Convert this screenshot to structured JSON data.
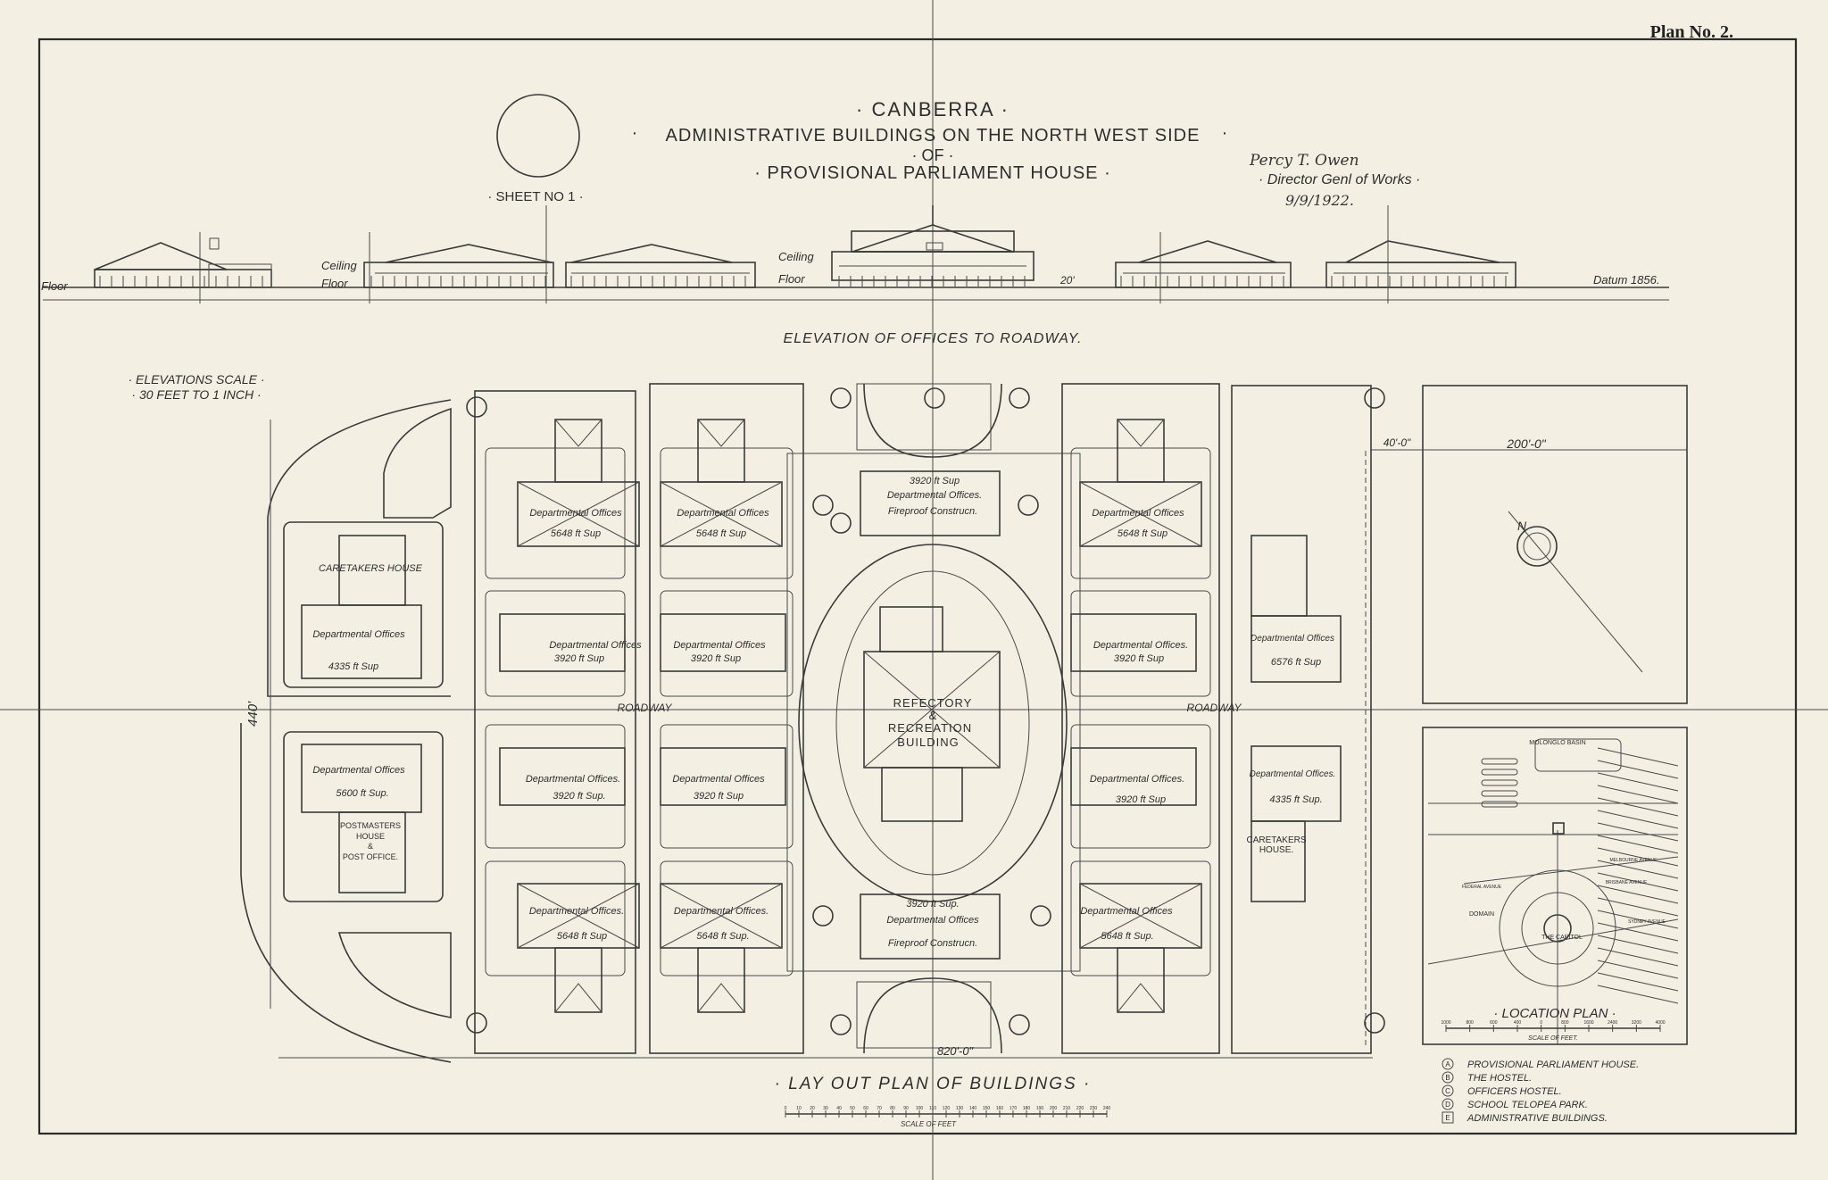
{
  "plan_no": "Plan No. 2.",
  "title": {
    "line1": "· CANBERRA ·",
    "line2": "ADMINISTRATIVE BUILDINGS ON THE NORTH WEST SIDE",
    "line3": "· OF ·",
    "line4": "· PROVISIONAL PARLIAMENT HOUSE ·",
    "sheet": "· SHEET NO 1 ·",
    "dot_left": "·",
    "dot_right": "·"
  },
  "signature": {
    "name": "Percy T. Owen",
    "role": "· Director Genl of Works ·",
    "date": "9/9/1922."
  },
  "elevation": {
    "caption": "ELEVATION OF OFFICES TO ROADWAY.",
    "ceiling": "Ceiling",
    "floor": "Floor",
    "datum": "Datum 1856.",
    "height": "20'",
    "scale_line1": "· ELEVATIONS SCALE ·",
    "scale_line2": "· 30 FEET TO 1 INCH ·"
  },
  "layout": {
    "caption": "· LAY OUT PLAN OF BUILDINGS ·",
    "roadway": "ROADWAY",
    "width_dim": "820'-0\"",
    "height_dim": "440'",
    "gap_dim": "40'-0\"",
    "right_dim": "200'-0\"",
    "north": "N",
    "scale_label": "SCALE OF FEET",
    "scale_ticks": [
      "0",
      "10",
      "20",
      "30",
      "40",
      "50",
      "60",
      "70",
      "80",
      "90",
      "100",
      "110",
      "120",
      "130",
      "140",
      "150",
      "160",
      "170",
      "180",
      "190",
      "200",
      "210",
      "220",
      "230",
      "240"
    ],
    "buildings": {
      "caretakers_left": "CARETAKERS HOUSE",
      "dept_offices": "Departmental Offices",
      "dept_offices_dot": "Departmental Offices.",
      "area_4335": "4335 ft Sup",
      "area_4335_dot": "4335 ft Sup.",
      "area_5600": "5600 ft Sup.",
      "postmaster_1": "POSTMASTERS",
      "postmaster_2": "HOUSE",
      "postmaster_3": "&",
      "postmaster_4": "POST OFFICE.",
      "area_5648": "5648 ft Sup",
      "area_5648_dot": "5648 ft Sup.",
      "area_3920": "3920 ft Sup",
      "area_3920_dot": "3920 ft Sup.",
      "area_6576": "6576 ft Sup",
      "fireproof": "Fireproof Construcn.",
      "refectory_1": "REFECTORY",
      "refectory_2": "&",
      "refectory_3": "RECREATION",
      "refectory_4": "BUILDING",
      "caretakers_right_1": "CARETAKERS",
      "caretakers_right_2": "HOUSE."
    }
  },
  "location_plan": {
    "caption": "· LOCATION PLAN ·",
    "scale_label": "SCALE OF FEET.",
    "scale_ticks": [
      "1000",
      "800",
      "600",
      "400",
      "0",
      "800",
      "1600",
      "2400",
      "3200",
      "4000"
    ],
    "labels": {
      "molonglo": "MOLONGLO BASIN",
      "domain": "DOMAIN",
      "capitol": "THE CAPITOL",
      "ave1": "FEDERAL AVENUE",
      "ave2": "SYDNEY AVENUE",
      "ave3": "MELBOURNE AVENUE",
      "ave4": "BRISBANE AVENUE"
    }
  },
  "legend": [
    {
      "key": "A",
      "text": "PROVISIONAL PARLIAMENT HOUSE."
    },
    {
      "key": "B",
      "text": "THE HOSTEL."
    },
    {
      "key": "C",
      "text": "OFFICERS HOSTEL."
    },
    {
      "key": "D",
      "text": "SCHOOL TELOPEA PARK."
    },
    {
      "key": "E",
      "text": "ADMINISTRATIVE BUILDINGS."
    }
  ]
}
